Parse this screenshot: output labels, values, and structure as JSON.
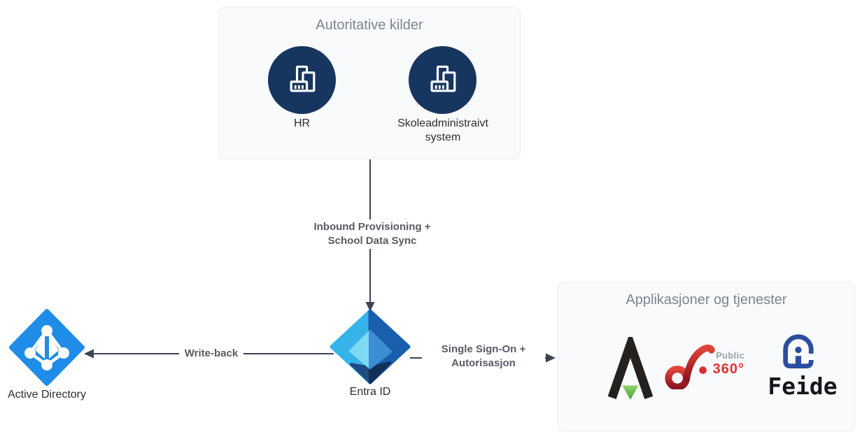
{
  "diagram": {
    "background": "#ffffff",
    "groups": {
      "sources": {
        "title": "Autoritative kilder",
        "nodes": [
          {
            "label": "HR",
            "icon": "building-icon"
          },
          {
            "label": "Skoleadministraivt\nsystem",
            "icon": "building-icon"
          }
        ]
      },
      "apps": {
        "title": "Applikasjoner og tjenester",
        "logos": [
          {
            "name": "arrow-app-logo"
          },
          {
            "name": "public-360-logo",
            "caption_top": "Public",
            "caption_bottom": "360°"
          },
          {
            "name": "feide-logo",
            "wordmark": "Feide"
          }
        ]
      }
    },
    "nodes": {
      "entra": {
        "label": "Entra ID",
        "icon": "entra-id-icon"
      },
      "active_directory": {
        "label": "Active Directory",
        "icon": "active-directory-icon"
      }
    },
    "edges": {
      "provisioning": {
        "label": "Inbound Provisioning +\nSchool Data Sync",
        "from": "sources",
        "to": "entra"
      },
      "writeback": {
        "label": "Write-back",
        "from": "entra",
        "to": "active_directory"
      },
      "sso": {
        "label": "Single Sign-On +\nAutorisasjon",
        "from": "entra",
        "to": "apps"
      }
    },
    "colors": {
      "source_circle": "#17365f",
      "ad_blue": "#1f8ce8",
      "entra_bright_blue": "#35b4e9",
      "entra_dark_blue": "#1a5fae",
      "entra_light_cyan": "#7fd9f3",
      "feide_blue": "#2b4da0",
      "p360_red": "#d92c32",
      "app_green": "#5cb849",
      "line": "#3b4454",
      "group_title": "#7b8490",
      "edge_label": "#575c63",
      "node_label": "#2e2e2e"
    }
  }
}
